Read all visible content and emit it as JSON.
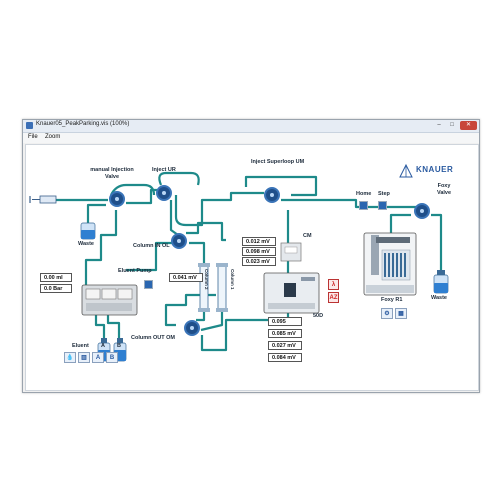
{
  "window": {
    "title": "Knauer05_PeakParking.vis (100%)",
    "minimize": "–",
    "maximize": "□",
    "close": "✕"
  },
  "menu": [
    "File",
    "Zoom"
  ],
  "logo": {
    "text": "KNAUER"
  },
  "labels": {
    "manual_injection_valve": "manual Injection Valve",
    "inject_ur": "Inject UR",
    "inject_superloop": "Inject Superloop UM",
    "home": "Home",
    "step": "Step",
    "foxy_valve": "Foxy Valve",
    "waste_left": "Waste",
    "waste_right": "Waste",
    "column_in": "Column IN OL",
    "cm": "CM",
    "eluent_pump": "Eluent Pump",
    "column_1": "Column 1",
    "column_2": "Column 2",
    "column_out": "Column OUT OM",
    "detector": "50D",
    "foxy": "Foxy R1",
    "eluent": "Eluent",
    "eluent_a": "A",
    "eluent_b": "B"
  },
  "values": {
    "flow": "0.00 ml",
    "pressure": "0.0 Bar",
    "cm_1": "0.012 mV",
    "cm_2": "0.098 mV",
    "cm_3": "0.023 mV",
    "column_signal": "0.041 mV",
    "det_1": "0.095",
    "det_2": "0.085 mV",
    "det_3": "0.027 mV",
    "det_4": "0.084 mV"
  },
  "buttons": {
    "lambda": "λ",
    "az": "AZ",
    "tool_a": "A",
    "tool_b": "B"
  },
  "colors": {
    "pipe": "#1e8a8a",
    "valve": "#1f4f8a",
    "accent": "#2a5aa0"
  }
}
